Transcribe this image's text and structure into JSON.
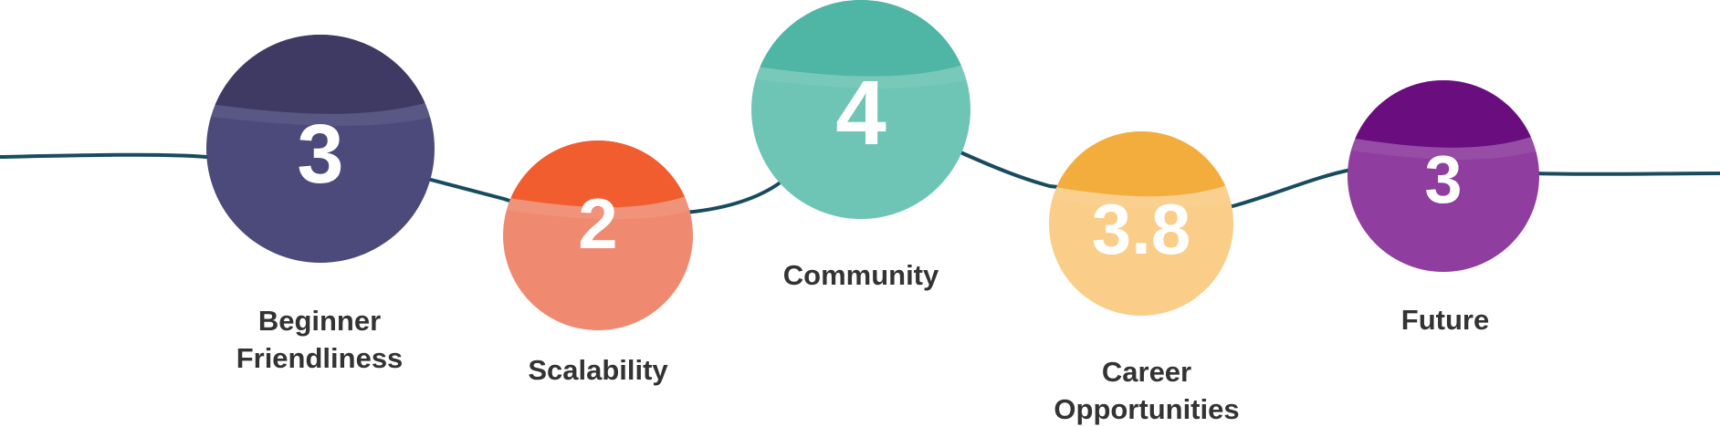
{
  "metrics": [
    {
      "score": "3",
      "label_lines": [
        "Beginner",
        "Friendliness"
      ],
      "color_top": "#3e3a63",
      "color_bottom": "#4b4a7a"
    },
    {
      "score": "2",
      "label_lines": [
        "Scalability"
      ],
      "color_top": "#f15d2e",
      "color_bottom": "#ef8a70"
    },
    {
      "score": "4",
      "label_lines": [
        "Community"
      ],
      "color_top": "#4fb5a5",
      "color_bottom": "#6ec5b6"
    },
    {
      "score": "3.8",
      "label_lines": [
        "Career",
        "Opportunities"
      ],
      "color_top": "#f3ad3c",
      "color_bottom": "#facd88"
    },
    {
      "score": "3",
      "label_lines": [
        "Future"
      ],
      "color_top": "#6a0e7f",
      "color_bottom": "#8f3d9f"
    }
  ],
  "line_color": "#174c5f"
}
